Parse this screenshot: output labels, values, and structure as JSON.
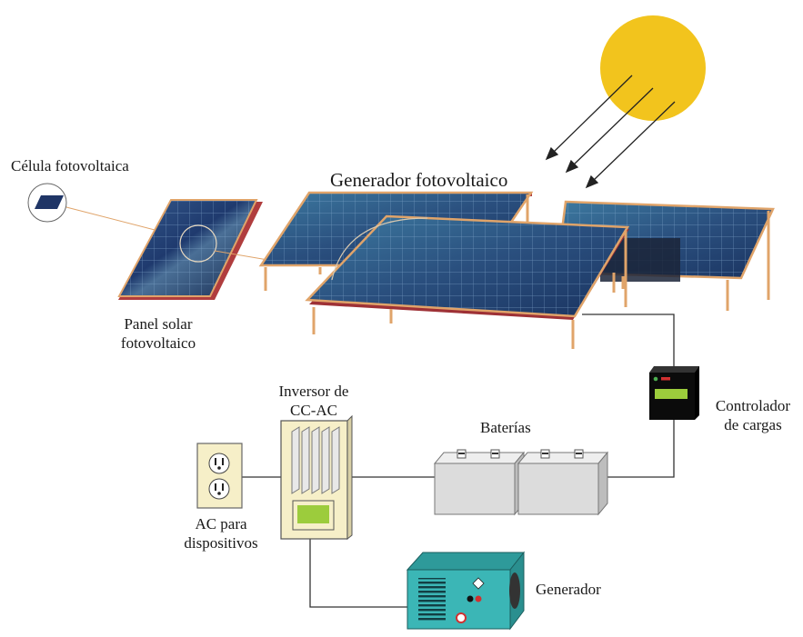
{
  "labels": {
    "cell": "Célula fotovoltaica",
    "generator_array": "Generador fotovoltaico",
    "panel_line1": "Panel solar",
    "panel_line2": "fotovoltaico",
    "inverter_line1": "Inversor de",
    "inverter_line2": "CC-AC",
    "batteries": "Baterías",
    "controller_line1": "Controlador",
    "controller_line2": "de cargas",
    "ac_line1": "AC para",
    "ac_line2": "dispositivos",
    "generator": "Generador"
  },
  "colors": {
    "sun": "#f2c41d",
    "panel_cell": "#1f3566",
    "panel_frame": "#e0a46a",
    "panel_side": "#a8343a",
    "wire": "#222222",
    "inverter": "#f6efc8",
    "inverter_display": "#9ccc3c",
    "battery": "#dcdcdc",
    "controller": "#111111",
    "generator": "#3bb6b6",
    "outlet": "#f6efc8"
  }
}
